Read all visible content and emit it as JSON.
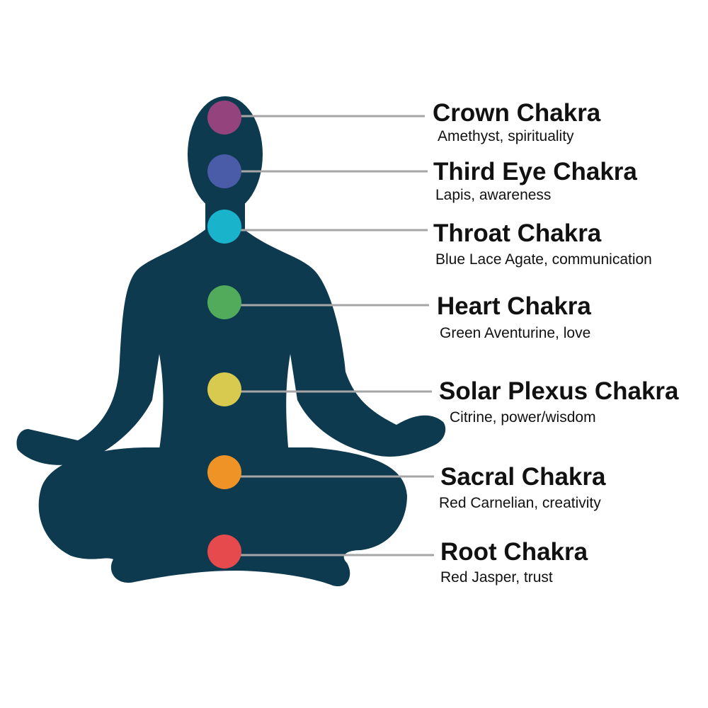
{
  "colors": {
    "silhouette": "#0d3a4f",
    "connector": "#a6a6a6",
    "crown": "#94437c",
    "third_eye": "#4a5ba8",
    "throat": "#19b3cc",
    "heart": "#52ab5a",
    "solar_plexus": "#d8c94f",
    "sacral": "#ef9327",
    "root": "#e64a4c"
  },
  "chakras": [
    {
      "name": "Crown Chakra",
      "description": "Amethyst, spirituality"
    },
    {
      "name": "Third Eye Chakra",
      "description": "Lapis, awareness"
    },
    {
      "name": "Throat Chakra",
      "description": "Blue Lace Agate, communication"
    },
    {
      "name": "Heart Chakra",
      "description": "Green Aventurine, love"
    },
    {
      "name": "Solar Plexus Chakra",
      "description": "Citrine, power/wisdom"
    },
    {
      "name": "Sacral Chakra",
      "description": "Red Carnelian, creativity"
    },
    {
      "name": "Root Chakra",
      "description": "Red Jasper, trust"
    }
  ]
}
